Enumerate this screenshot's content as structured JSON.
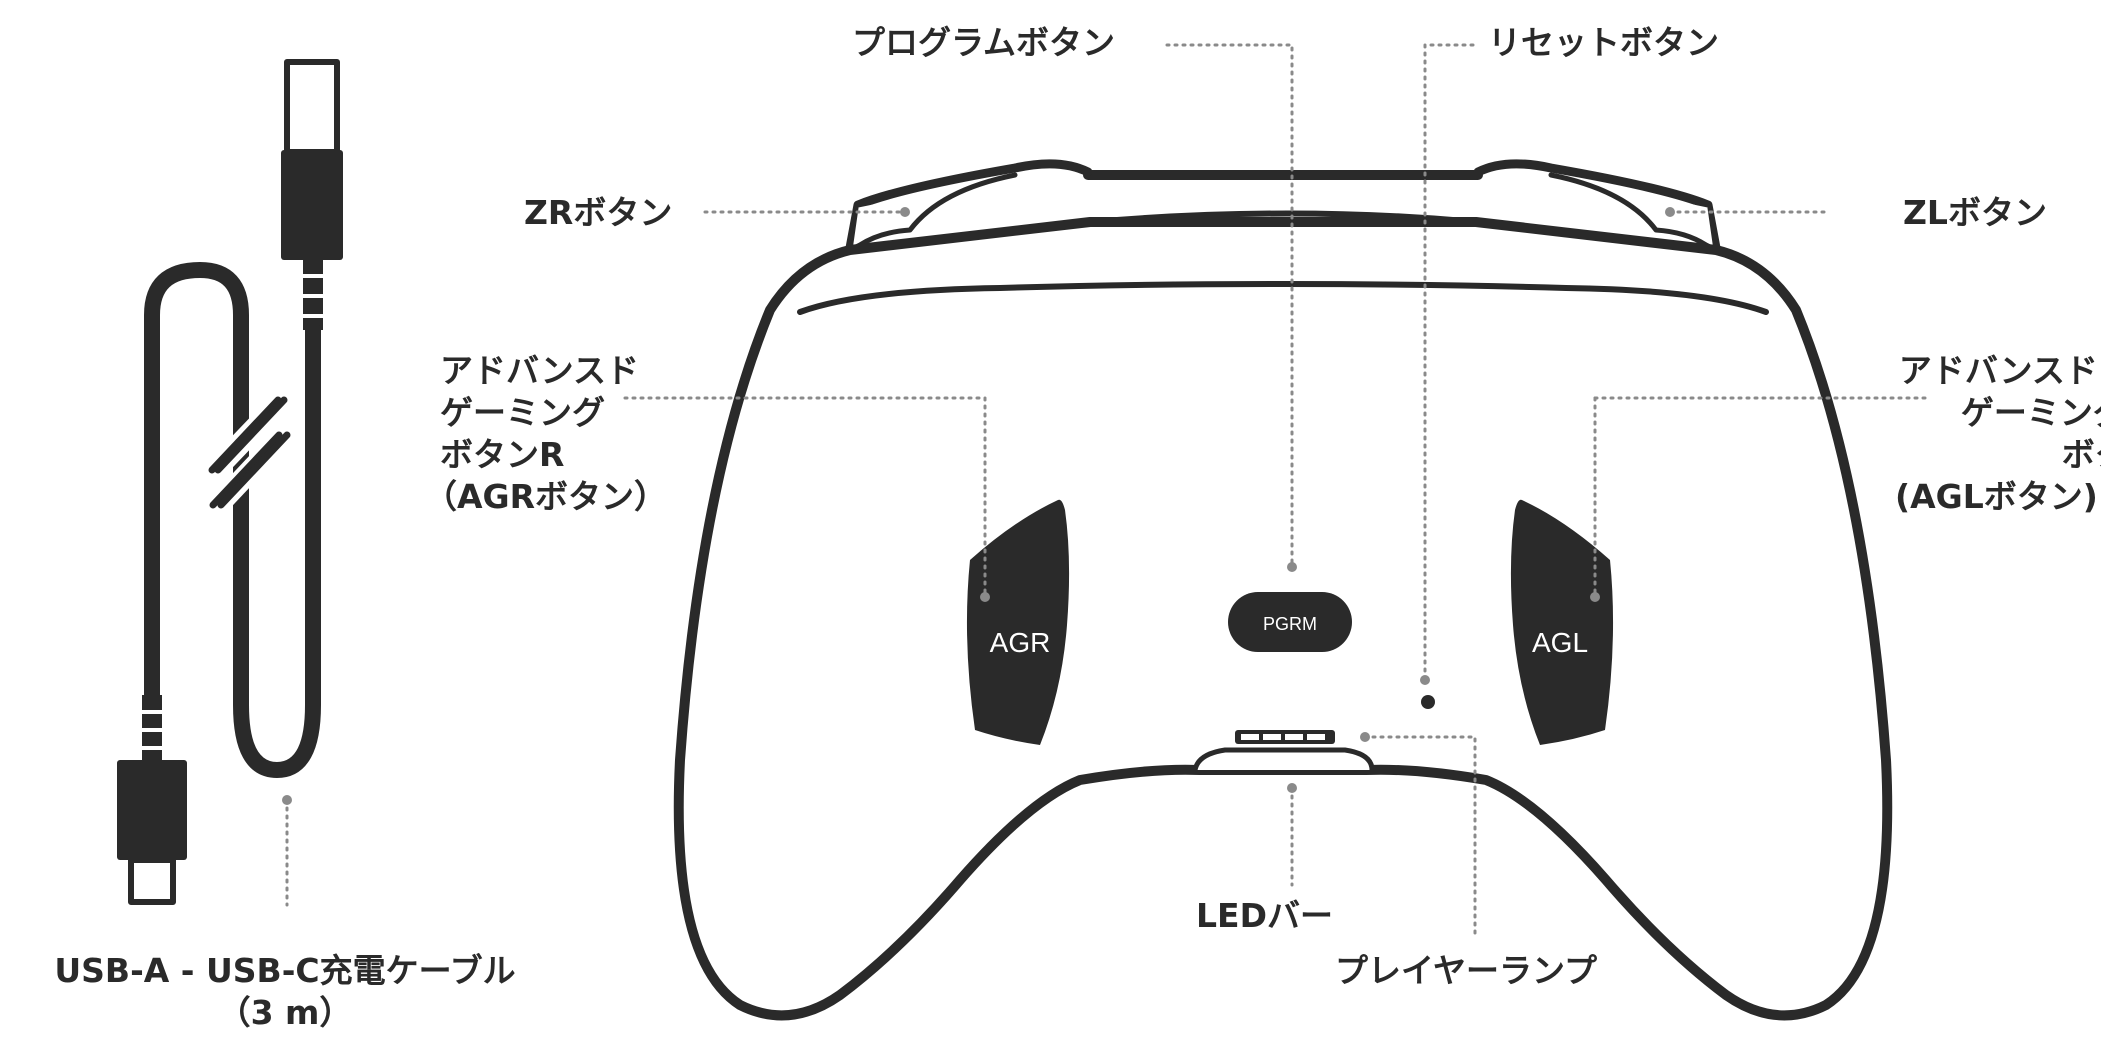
{
  "colors": {
    "ink": "#2a2a2a",
    "leader": "#8a8a8a",
    "background": "#ffffff"
  },
  "labels": {
    "program_button": "プログラムボタン",
    "reset_button": "リセットボタン",
    "zr_button": "ZRボタン",
    "zl_button": "ZLボタン",
    "agr_button": [
      "アドバンスド",
      "ゲーミング",
      "ボタンR",
      "（AGRボタン）"
    ],
    "agl_button": [
      "アドバンスド",
      "ゲーミング",
      "ボタンL",
      "(AGLボタン)"
    ],
    "led_bar": "LEDバー",
    "player_lamp": "プレイヤーランプ",
    "cable": [
      "USB-A - USB-C充電ケーブル",
      "（3 m）"
    ]
  },
  "controller": {
    "agr_text": "AGR",
    "agl_text": "AGL",
    "pgrm_text": "PGRM"
  }
}
